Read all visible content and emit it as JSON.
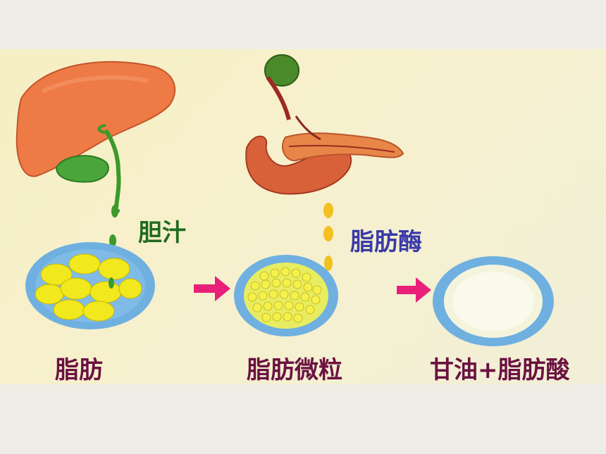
{
  "labels": {
    "bile": "胆汁",
    "lipase": "脂肪酶",
    "fat": "脂肪",
    "fat_droplets": "脂肪微粒",
    "products": "甘油+脂肪酸"
  },
  "colors": {
    "bile_label": "#1f6b1f",
    "lipase_label": "#3a3aa8",
    "stage_label": "#6b1240",
    "arrow": "#e8207a",
    "bile_green": "#3b9a2a",
    "lipase_yellow": "#f2c020",
    "dish_blue": "#6fb0e0",
    "fat_yellow": "#f2e81e"
  },
  "icons": [
    "liver-icon",
    "pancreas-icon",
    "fat-dish-icon",
    "fat-droplet-dish-icon",
    "product-dish-icon",
    "arrow-right-icon"
  ]
}
